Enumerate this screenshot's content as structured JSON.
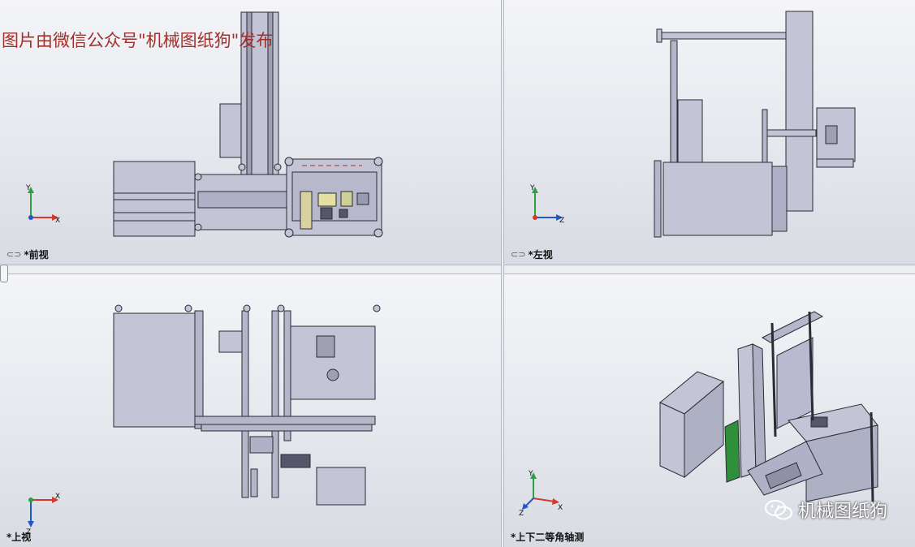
{
  "watermark": {
    "top_text": "图片由微信公众号\"机械图纸狗\"发布",
    "top_cut_text": "　"
  },
  "viewports": {
    "front": {
      "label": "*前视",
      "axis_x": "X",
      "axis_y": "Y"
    },
    "left": {
      "label": "*左视",
      "axis_y": "Y",
      "axis_z": "Z"
    },
    "top": {
      "label": "*上视",
      "axis_x": "X",
      "axis_z": "Z"
    },
    "iso": {
      "label": "*上下二等角轴测",
      "axis_x": "X",
      "axis_y": "Y",
      "axis_z": "Z"
    }
  },
  "brand": {
    "name": "机械图纸狗",
    "icon": "wechat-icon"
  },
  "colors": {
    "part_fill": "#c3c4d6",
    "edge": "#2b2b33",
    "green": "#2f8f3a",
    "watermark": "#a0302c",
    "axis_red": "#d43a2a",
    "axis_green": "#2ea043",
    "axis_blue": "#2257c7"
  }
}
